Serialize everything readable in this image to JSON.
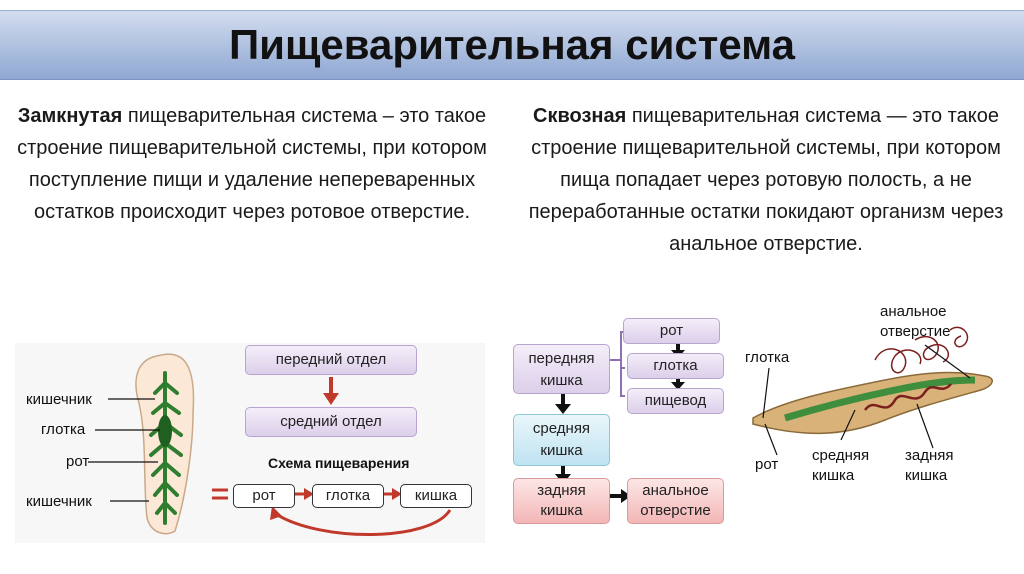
{
  "title": "Пищеварительная система",
  "left": {
    "term": "Замкнутая",
    "text": " пищеварительная система – это такое строение пищеварительной системы, при котором поступление пищи и удаление непереваренных остатков происходит через ротовое отверстие.",
    "figure_labels": {
      "intestine_top": "кишечник",
      "pharynx": "глотка",
      "mouth": "рот",
      "intestine_bottom": "кишечник"
    },
    "boxes": {
      "anterior": "передний отдел",
      "middle": "средний отдел"
    },
    "scheme_title": "Схема пищеварения",
    "scheme": [
      "рот",
      "глотка",
      "кишка"
    ]
  },
  "right": {
    "term": "Сквозная",
    "text": " пищеварительная система — это такое строение пищеварительной системы, при котором пища попадает через ротовую полость, а не переработанные остатки покидают организм через анальное отверстие.",
    "boxes": {
      "foregut": [
        "передняя",
        "кишка"
      ],
      "mouth": "рот",
      "pharynx": "глотка",
      "esophagus": "пищевод",
      "midgut": [
        "средняя",
        "кишка"
      ],
      "hindgut": [
        "задняя",
        "кишка"
      ],
      "anus": [
        "анальное",
        "отверстие"
      ]
    },
    "figure_labels": {
      "anus": [
        "анальное",
        "отверстие"
      ],
      "pharynx": "глотка",
      "mouth": "рот",
      "midgut": [
        "средняя",
        "кишка"
      ],
      "hindgut": [
        "задняя",
        "кишка"
      ]
    }
  },
  "colors": {
    "title_bar_top": "#d3ddef",
    "title_bar_bottom": "#8fa7d2",
    "arrow_red": "#c0392b",
    "gut_green": "#3e8e3e",
    "box_violet": "#dccfea",
    "box_blue": "#bfe3f1",
    "box_pink": "#f3b6b6"
  },
  "icons": [
    "planarian-figure",
    "roundworm-figure",
    "red-arrow",
    "black-arrow",
    "purple-arrow"
  ]
}
